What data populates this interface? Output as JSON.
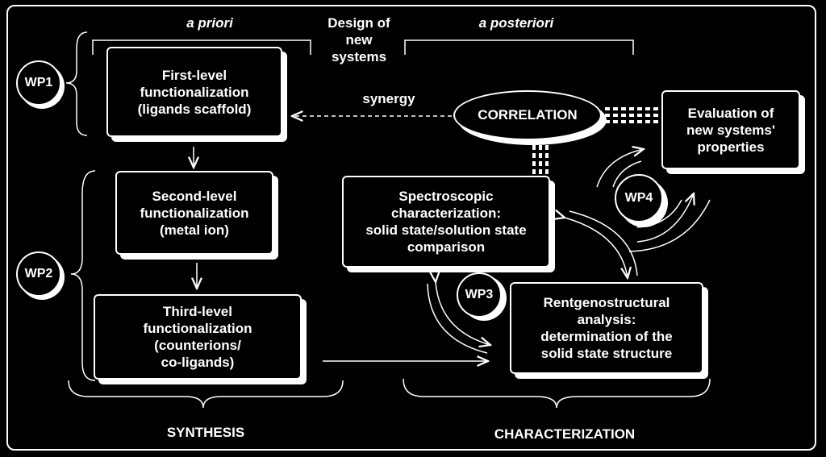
{
  "header": {
    "a_priori": "a priori",
    "design": "Design of\nnew\nsystems",
    "a_posteriori": "a posteriori"
  },
  "wp": {
    "wp1": "WP1",
    "wp2": "WP2",
    "wp3": "WP3",
    "wp4": "WP4"
  },
  "boxes": {
    "first": "First-level\nfunctionalization\n(ligands scaffold)",
    "second": "Second-level\nfunctionalization\n(metal ion)",
    "third": "Third-level\nfunctionalization\n(counterions/\nco-ligands)",
    "spectro": "Spectroscopic\ncharacterization:\nsolid state/solution state\ncomparison",
    "rentgen": "Rentgenostructural\nanalysis:\ndetermination of the\nsolid state structure",
    "evaluation": "Evaluation of\nnew systems'\nproperties"
  },
  "correlation": "CORRELATION",
  "synergy": "synergy",
  "footer": {
    "synthesis": "SYNTHESIS",
    "characterization": "CHARACTERIZATION"
  }
}
